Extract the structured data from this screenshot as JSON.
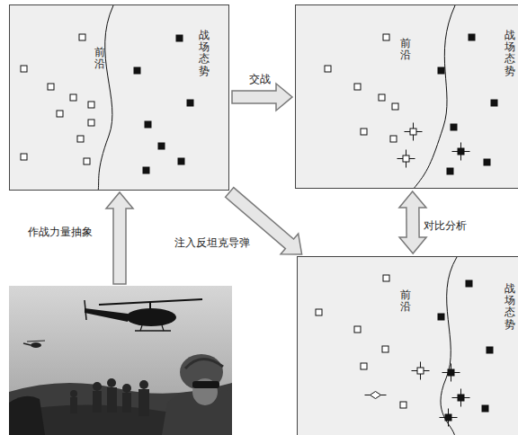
{
  "diagram": {
    "nodes": [
      {
        "text": [
          "前沿",
          "战场态势"
        ]
      },
      {
        "text": [
          "前沿",
          "战场态势"
        ]
      },
      {
        "text": [
          "前沿",
          "战场态势"
        ]
      }
    ],
    "edges": [
      {
        "from": 0,
        "to": 1,
        "arrow": "to",
        "label": "交战"
      },
      {
        "from": 0,
        "to": 2,
        "arrow": "to",
        "label": "注入反坦克导弹"
      },
      {
        "from": 1,
        "to": 2,
        "arrow": "both",
        "label": "对比分析"
      }
    ],
    "labels": [
      "作战力量抽象"
    ]
  }
}
